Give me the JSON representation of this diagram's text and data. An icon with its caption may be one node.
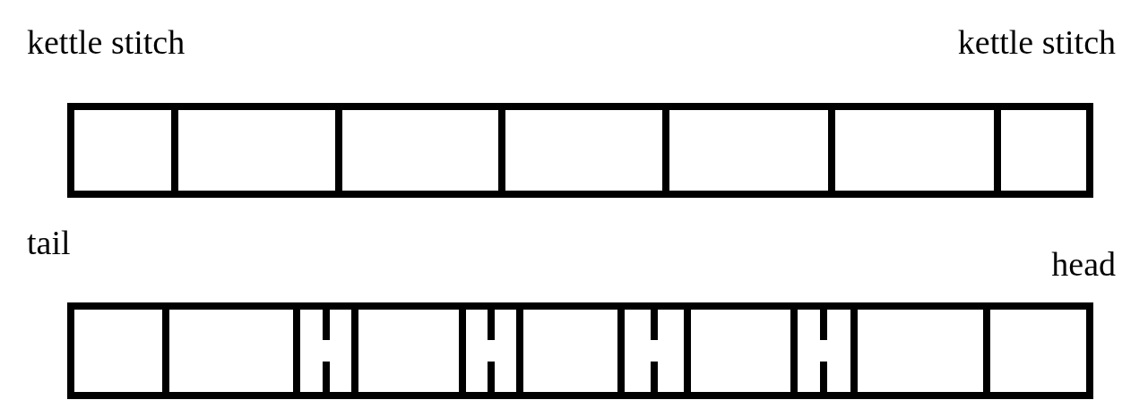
{
  "diagram": {
    "labels": [
      "kettle stitch",
      "kettle stitch",
      "tail",
      "head"
    ]
  }
}
